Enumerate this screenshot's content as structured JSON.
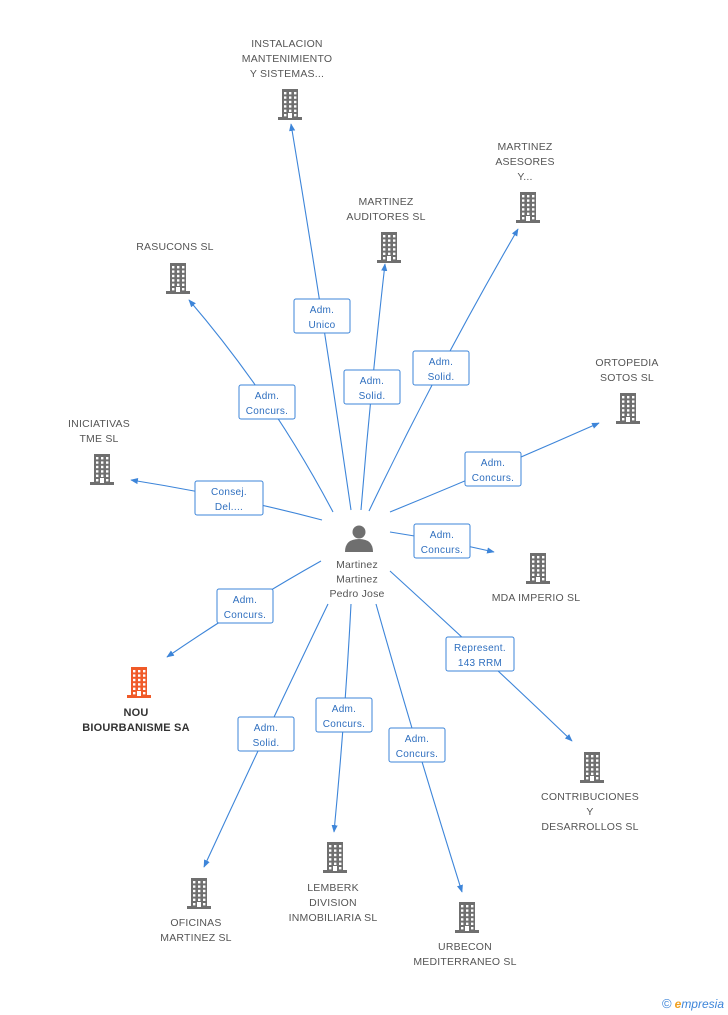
{
  "center": {
    "name_lines": [
      "Martinez",
      "Martinez",
      "Pedro Jose"
    ],
    "icon": "person-icon"
  },
  "companies": [
    {
      "id": "instalacion",
      "lines": [
        "INSTALACION",
        "MANTENIMIENTO",
        "Y SISTEMAS..."
      ],
      "icon": "building-icon"
    },
    {
      "id": "martinez-auditores",
      "lines": [
        "MARTINEZ",
        "AUDITORES SL"
      ],
      "icon": "building-icon"
    },
    {
      "id": "martinez-asesores",
      "lines": [
        "MARTINEZ",
        "ASESORES",
        "Y..."
      ],
      "icon": "building-icon"
    },
    {
      "id": "rasucons",
      "lines": [
        "RASUCONS SL"
      ],
      "icon": "building-icon"
    },
    {
      "id": "ortopedia",
      "lines": [
        "ORTOPEDIA",
        "SOTOS SL"
      ],
      "icon": "building-icon"
    },
    {
      "id": "iniciativas",
      "lines": [
        "INICIATIVAS",
        "TME SL"
      ],
      "icon": "building-icon"
    },
    {
      "id": "mda",
      "lines": [
        "MDA IMPERIO SL"
      ],
      "icon": "building-icon"
    },
    {
      "id": "nou",
      "lines": [
        "NOU",
        "BIOURBANISME SA"
      ],
      "icon": "building-icon",
      "highlight": true
    },
    {
      "id": "contribuciones",
      "lines": [
        "CONTRIBUCIONES",
        "Y",
        "DESARROLLOS SL"
      ],
      "icon": "building-icon"
    },
    {
      "id": "oficinas",
      "lines": [
        "OFICINAS",
        "MARTINEZ SL"
      ],
      "icon": "building-icon"
    },
    {
      "id": "lemberk",
      "lines": [
        "LEMBERK",
        "DIVISION",
        "INMOBILIARIA SL"
      ],
      "icon": "building-icon"
    },
    {
      "id": "urbecon",
      "lines": [
        "URBECON",
        "MEDITERRANEO SL"
      ],
      "icon": "building-icon"
    }
  ],
  "relations": [
    {
      "target": "instalacion",
      "label": [
        "Adm.",
        "Unico"
      ]
    },
    {
      "target": "martinez-auditores",
      "label": [
        "Adm.",
        "Solid."
      ]
    },
    {
      "target": "martinez-asesores",
      "label": [
        "Adm.",
        "Solid."
      ]
    },
    {
      "target": "rasucons",
      "label": [
        "Adm.",
        "Concurs."
      ]
    },
    {
      "target": "ortopedia",
      "label": [
        "Adm.",
        "Concurs."
      ]
    },
    {
      "target": "iniciativas",
      "label": [
        "Consej.",
        "Del...."
      ]
    },
    {
      "target": "mda",
      "label": [
        "Adm.",
        "Concurs."
      ]
    },
    {
      "target": "nou",
      "label": [
        "Adm.",
        "Concurs."
      ]
    },
    {
      "target": "contribuciones",
      "label": [
        "Represent.",
        "143 RRM"
      ]
    },
    {
      "target": "oficinas",
      "label": [
        "Adm.",
        "Solid."
      ]
    },
    {
      "target": "lemberk",
      "label": [
        "Adm.",
        "Concurs."
      ]
    },
    {
      "target": "urbecon",
      "label": [
        "Adm.",
        "Concurs."
      ]
    }
  ],
  "colors": {
    "edge": "#3d85d9",
    "building": "#6f6f6f",
    "building_highlight": "#f05a28",
    "person": "#6f6f6f"
  },
  "brand": {
    "copyright": "©",
    "e": "e",
    "rest": "mpresia"
  }
}
